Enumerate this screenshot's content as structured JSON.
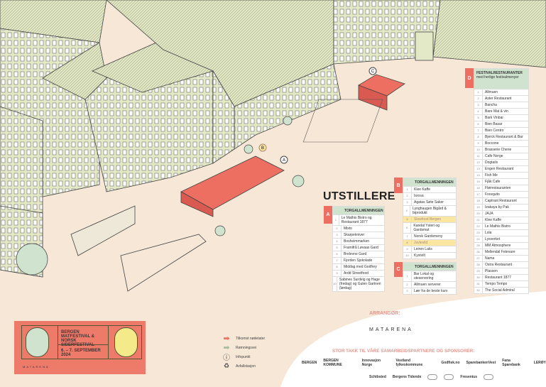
{
  "title": "UTSTILLERE",
  "markers": [
    "A",
    "B",
    "C",
    "D"
  ],
  "sections": {
    "A": {
      "header": "TORGALLMENNINGEN",
      "items": [
        "Le Mathis Bistro og Restaurant 1877",
        "Mixto",
        "Skarpekniver",
        "Bosheimmarken",
        "Framifrå Løvaas Gard",
        "Brelevne Gard",
        "Fjorden Sjokolade",
        "Middag med Godfrey",
        "Ardd Streetfood",
        "Sabines Surdeig og Hage (fredag) og Gulen Gartneri (lørdag)"
      ],
      "highlight": []
    },
    "B": {
      "header": "TORGALLMENNINGEN",
      "items": [
        "Klee Kaffe",
        "Isrosa",
        "Agatas Søte Saker",
        "Lynghaugen Bigård & biprodukt",
        "Slowfood Bergen",
        "Kandal Ysteri og Gardsmat",
        "Norsk Gardsmeny",
        "Juvlesild",
        "Leiren Laks",
        "Kystvilt"
      ],
      "highlight": [
        4,
        7
      ]
    },
    "C": {
      "header": "TORGALLMENNINGEN",
      "items": [
        "Bar Lokal og uteservering",
        "Allmuen serverer",
        "Lær fra de beste kurs"
      ],
      "highlight": []
    },
    "D": {
      "header": "FESTIVALRESTAURANTER",
      "subheader": "med herlige festivalmenyer",
      "items": [
        "Allmuen",
        "Aster Restaurant",
        "Bancha",
        "Bare Mat & vin",
        "Bark Vinbar",
        "Bien Basar",
        "Bien Centro",
        "Bjerck Restaurant & Bar",
        "Boccone",
        "Brasserie Cherie",
        "Cafe Norge",
        "Dogtails",
        "Engen Restaurant",
        "Fish Me",
        "Fjåk Cafe",
        "Fløirestauranten",
        "Fresquito",
        "Captrast Restaurant",
        "Izakaya by Pak",
        "JAJA",
        "Klee Kaffe",
        "Le Mathis Bistro",
        "Lola",
        "Lysverket",
        "MM Atmosphere",
        "Mellendal Fetevare",
        "Nama",
        "Ostra Restaurant",
        "Plassen",
        "Restaurant 1877",
        "Tempo Tempo",
        "The Social Admiral"
      ],
      "highlight": []
    }
  },
  "banner": {
    "title_line1": "BERGEN MATFESTIVAL &",
    "title_line2": "NORSK SIDERFESTIVAL",
    "dates": "6. – 7. SEPTEMBER 2024",
    "seal_left": "BERGEN MATFESTIVAL",
    "seal_right": "NORSK SIDERFESTIVAL",
    "logo": "MATARENA"
  },
  "legend": [
    {
      "icon": "red-arrow-icon",
      "label": "Tilkomst nødetater"
    },
    {
      "icon": "green-arrow-icon",
      "label": "Rømningsvei"
    },
    {
      "icon": "info-icon",
      "label": "Infopunkt"
    },
    {
      "icon": "recycle-icon",
      "label": "Avfallstasjon"
    }
  ],
  "organizer": {
    "label": "ARRANGØR:",
    "logo": "MATARENA"
  },
  "sponsors": {
    "heading": "STOR TAKK TIL VÅRE SAMARBEIDSPARTNERE OG SPONSORER:",
    "row1": [
      "BERGEN",
      "BERGEN KOMMUNE",
      "Innovasjon Norge",
      "Vestland fylkeskommune",
      "Godfisk.no",
      "SparebankenVest",
      "Fana Sparebank",
      "LERØY"
    ],
    "row2": [
      "Schibsted",
      "Bergens Tidende",
      "",
      "",
      "Fresenius",
      ""
    ]
  },
  "colors": {
    "accent": "#ec6f62",
    "header": "#cfe3cf",
    "building": "#e3e8c6",
    "ground": "#f6e7d6",
    "highlight": "#fbe7a1"
  }
}
